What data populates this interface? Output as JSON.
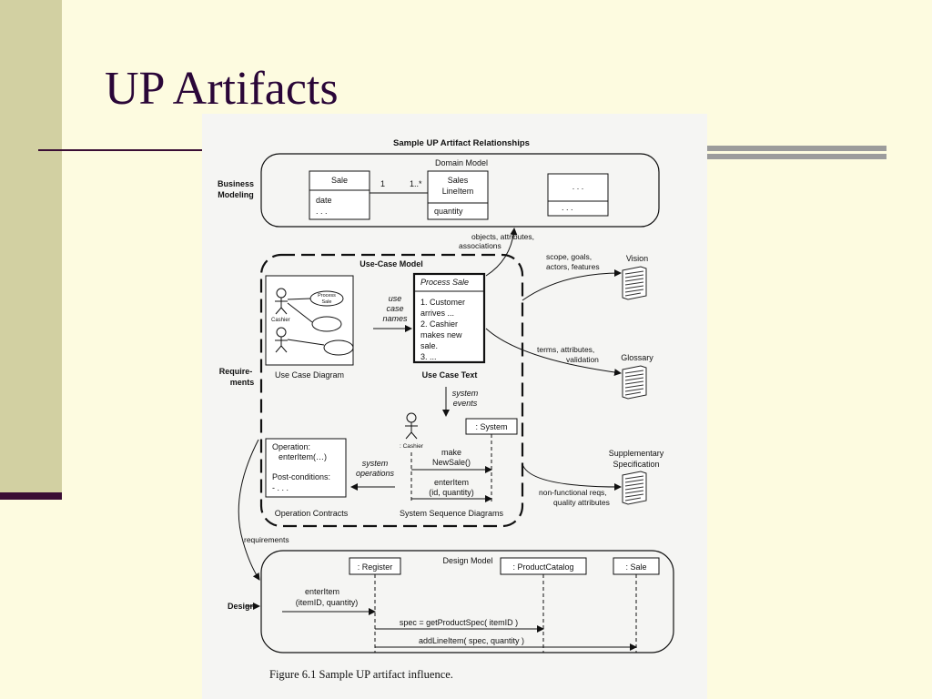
{
  "slide": {
    "title": "UP Artifacts"
  },
  "figure": {
    "header": "Sample UP Artifact Relationships",
    "caption": "Figure 6.1  Sample UP artifact influence.",
    "disciplines": {
      "business_1": "Business",
      "business_2": "Modeling",
      "req_1": "Require-",
      "req_2": "ments",
      "design": "Design"
    },
    "domain_model": {
      "label": "Domain Model",
      "sale": {
        "name": "Sale",
        "attr1": "date",
        "attr2": ". . ."
      },
      "mult_left": "1",
      "mult_right": "1..*",
      "line_item": {
        "name1": "Sales",
        "name2": "LineItem",
        "attr": "quantity"
      },
      "other_top": ". . .",
      "other_bottom": ". . ."
    },
    "objects_note": {
      "l1": "objects, attributes,",
      "l2": "associations"
    },
    "use_case_model": {
      "label": "Use-Case Model",
      "diagram": {
        "cashier": "Cashier",
        "process_1": "Process",
        "process_2": "Sale",
        "caption": "Use Case Diagram"
      },
      "use_case_names": {
        "l1": "use",
        "l2": "case",
        "l3": "names"
      },
      "text": {
        "title": "Process Sale",
        "l1": "1. Customer",
        "l2": "arrives ...",
        "l3": "2. Cashier",
        "l4": "makes new",
        "l5": "sale.",
        "l6": "3. ...",
        "caption": "Use Case Text"
      },
      "system_events": {
        "l1": "system",
        "l2": "events"
      },
      "ssd": {
        "cashier": ": Cashier",
        "system": ": System",
        "msg1_l1": "make",
        "msg1_l2": "NewSale()",
        "msg2_l1": "enterItem",
        "msg2_l2": "(id, quantity)",
        "caption": "System Sequence Diagrams"
      },
      "system_operations": {
        "l1": "system",
        "l2": "operations"
      },
      "contracts": {
        "l1": "Operation:",
        "l2": "enterItem(…)",
        "l3": "Post-conditions:",
        "l4": "- . . .",
        "caption": "Operation Contracts"
      }
    },
    "vision": {
      "note_1": "scope, goals,",
      "note_2": "actors, features",
      "label": "Vision"
    },
    "glossary": {
      "note_1": "terms, attributes,",
      "note_2": "validation",
      "label": "Glossary"
    },
    "supplementary": {
      "label_1": "Supplementary",
      "label_2": "Specification",
      "note_1": "non-functional reqs,",
      "note_2": "quality attributes"
    },
    "requirements_label": "requirements",
    "design_model": {
      "label": "Design Model",
      "register": ": Register",
      "catalog": ": ProductCatalog",
      "sale": ": Sale",
      "msg_in_1": "enterItem",
      "msg_in_2": "(itemID, quantity)",
      "msg_spec": "spec = getProductSpec( itemID )",
      "msg_add": "addLineItem( spec, quantity )"
    }
  }
}
